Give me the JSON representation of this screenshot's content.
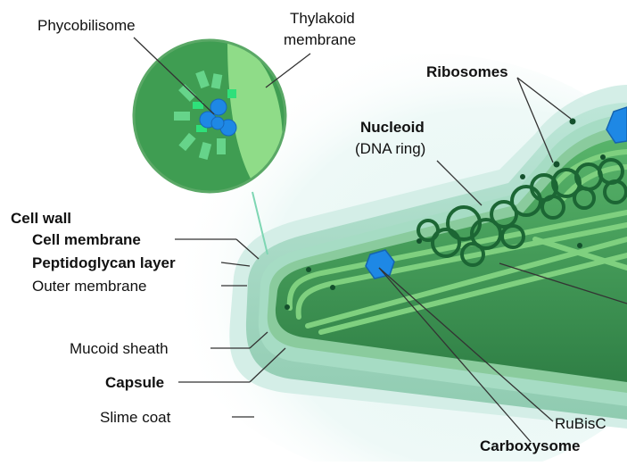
{
  "labels": {
    "phycobilisome": "Phycobilisome",
    "thylakoid_line1": "Thylakoid",
    "thylakoid_line2": "membrane",
    "ribosomes": "Ribosomes",
    "nucleoid": "Nucleoid",
    "dna_ring": "(DNA ring)",
    "cell_wall": "Cell wall",
    "cell_membrane": "Cell membrane",
    "peptidoglycan_layer": "Peptidoglycan layer",
    "outer_membrane": "Outer membrane",
    "mucoid_sheath": "Mucoid sheath",
    "capsule": "Capsule",
    "slime_coat": "Slime coat",
    "rubisco": "RuBisC",
    "carboxysome": "Carboxysome"
  },
  "colors": {
    "slime": "#e6f5f3",
    "capsule": "#d3ede6",
    "sheath": "#b9e2d4",
    "outer_membrane": "#9fd6bf",
    "peptidoglycan": "#86c99a",
    "cell_membrane": "#5fb46f",
    "cytoplasm": "#3f9a50",
    "thylakoid": "#7ed17c",
    "nucleoid": "#1e6b35",
    "carboxysome": "#1e88e5",
    "ribosome": "#14502c",
    "text": "#111111",
    "leader": "#333333"
  }
}
